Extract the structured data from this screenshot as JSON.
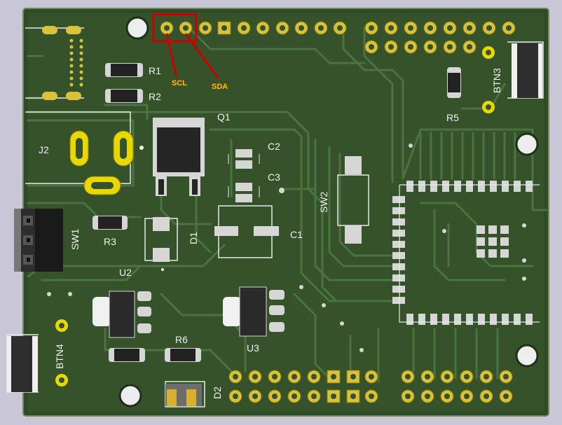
{
  "board": {
    "colors": {
      "background": "#c9c6d6",
      "soldermask": "#2f4a26",
      "copper_fill": "#3a5a2e",
      "trace": "#48703a",
      "silk": "#f2f2f2",
      "pad_gold": "#d8c23a",
      "pad_silver": "#d6d6d6",
      "highlight_red": "#d00000",
      "label_yellow": "#f0d000"
    },
    "designators": {
      "r1": "R1",
      "r2": "R2",
      "r3": "R3",
      "r5": "R5",
      "r6": "R6",
      "q1": "Q1",
      "c1": "C1",
      "c2": "C2",
      "c3": "C3",
      "j2": "J2",
      "d1": "D1",
      "d2": "D2",
      "u2": "U2",
      "u3": "U3",
      "sw1": "SW1",
      "sw2": "SW2",
      "btn3": "BTN3",
      "btn4": "BTN4"
    },
    "annotations": {
      "scl": "SCL",
      "sda": "SDA"
    },
    "icons": {
      "mounting_hole": "mounting-hole-icon",
      "via": "via-icon"
    }
  }
}
